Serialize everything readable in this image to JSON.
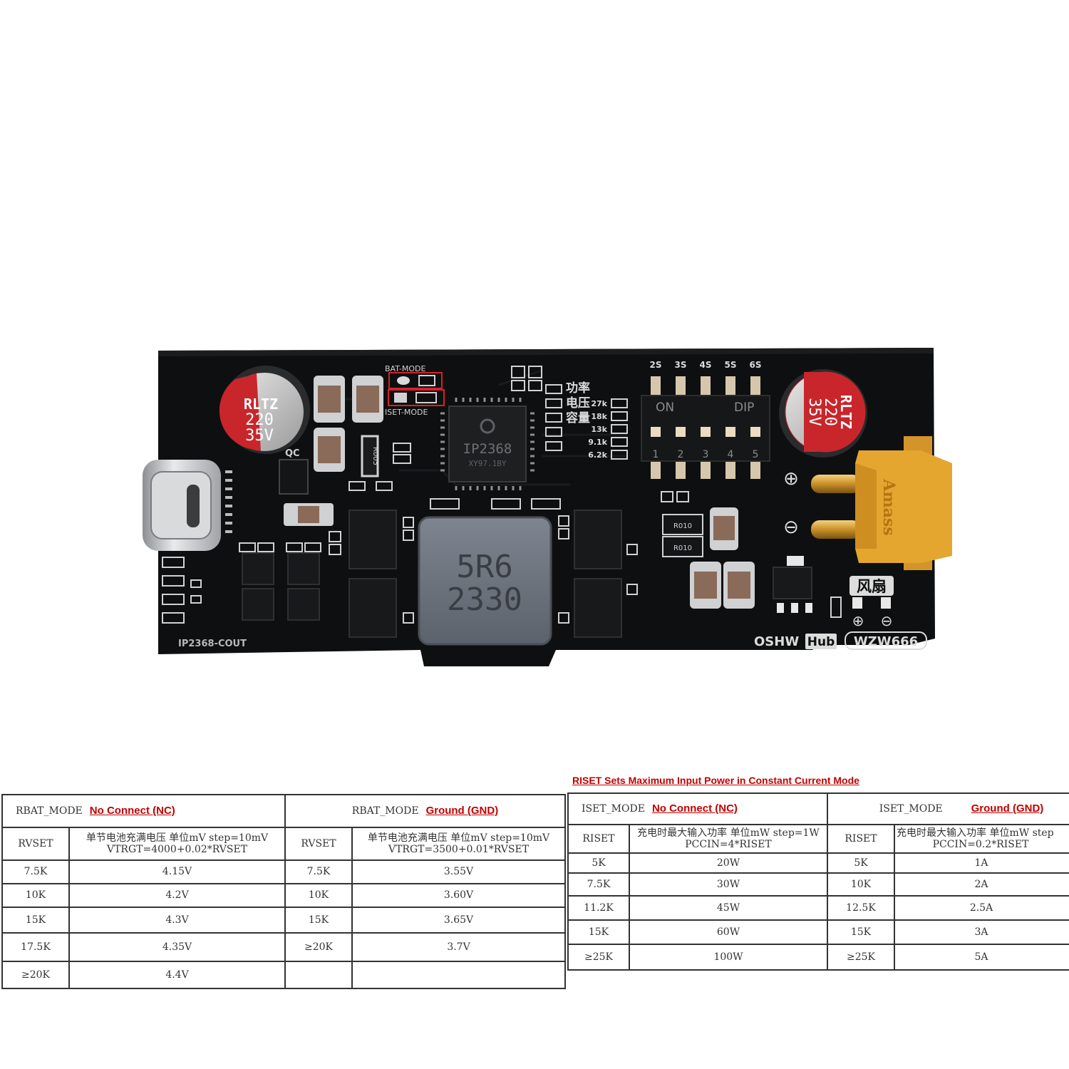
{
  "board": {
    "capacitor_left": [
      "RLTZ",
      "220",
      "35V"
    ],
    "capacitor_right": [
      "RLTZ",
      "220",
      "35V"
    ],
    "bat_mode": "BAT-MODE",
    "iset_mode": "ISET-MODE",
    "chip_name": "IP2368",
    "chip_code": "XY97.1BY",
    "r005": "R005",
    "qc": "QC",
    "cn_power": "功率",
    "cn_voltage": "电压",
    "cn_capacity": "容量",
    "resistors": [
      "27k",
      "18k",
      "13k",
      "9.1k",
      "6.2k"
    ],
    "cells": [
      "2S",
      "3S",
      "4S",
      "5S",
      "6S"
    ],
    "dip_on": "ON",
    "dip_label": "DIP",
    "dip_numbers": [
      "1",
      "2",
      "3",
      "4",
      "5"
    ],
    "inductor": [
      "5R6",
      "2330"
    ],
    "r010": "R010",
    "fan": "风扇",
    "plus": "⊕",
    "minus": "⊖",
    "connector": "Amass",
    "silk_bottom": "IP2368-COUT",
    "oshw": "OSHW",
    "hub": "Hub",
    "author": "WZW666",
    "colors": {
      "pcb": "#0e0f10",
      "connector": "#e5a630",
      "cap_red": "#c8262b",
      "highlight": "#d8202a"
    }
  },
  "table_left": {
    "nc": {
      "mode_label": "RBAT_MODE",
      "mode_value": "No Connect (NC)",
      "col_a": "RVSET",
      "col_b_line1": "单节电池充满电压 单位mV step=10mV",
      "col_b_line2": "VTRGT=4000+0.02*RVSET",
      "rows": [
        [
          "7.5K",
          "4.15V"
        ],
        [
          "10K",
          "4.2V"
        ],
        [
          "15K",
          "4.3V"
        ],
        [
          "17.5K",
          "4.35V"
        ],
        [
          "≥20K",
          "4.4V"
        ]
      ]
    },
    "gnd": {
      "mode_label": "RBAT_MODE",
      "mode_value": "Ground (GND)",
      "col_a": "RVSET",
      "col_b_line1": "单节电池充满电压 单位mV step=10mV",
      "col_b_line2": "VTRGT=3500+0.01*RVSET",
      "rows": [
        [
          "7.5K",
          "3.55V"
        ],
        [
          "10K",
          "3.60V"
        ],
        [
          "15K",
          "3.65V"
        ],
        [
          "≥20K",
          "3.7V"
        ]
      ]
    }
  },
  "table_right": {
    "caption": "RISET Sets Maximum Input Power in Constant Current Mode",
    "nc": {
      "mode_label": "ISET_MODE",
      "mode_value": "No Connect (NC)",
      "col_a": "RISET",
      "col_b_line1": "充电时最大输入功率 单位mW step=1W",
      "col_b_line2": "PCCIN=4*RISET",
      "rows": [
        [
          "5K",
          "20W"
        ],
        [
          "7.5K",
          "30W"
        ],
        [
          "11.2K",
          "45W"
        ],
        [
          "15K",
          "60W"
        ],
        [
          "≥25K",
          "100W"
        ]
      ]
    },
    "gnd": {
      "mode_label": "ISET_MODE",
      "mode_value": "Ground (GND)",
      "col_a": "RISET",
      "col_b_line1": "充电时最大输入功率 单位mW step",
      "col_b_line2": "PCCIN=0.2*RISET",
      "rows": [
        [
          "5K",
          "1A"
        ],
        [
          "10K",
          "2A"
        ],
        [
          "12.5K",
          "2.5A"
        ],
        [
          "15K",
          "3A"
        ],
        [
          "≥25K",
          "5A"
        ]
      ]
    }
  }
}
